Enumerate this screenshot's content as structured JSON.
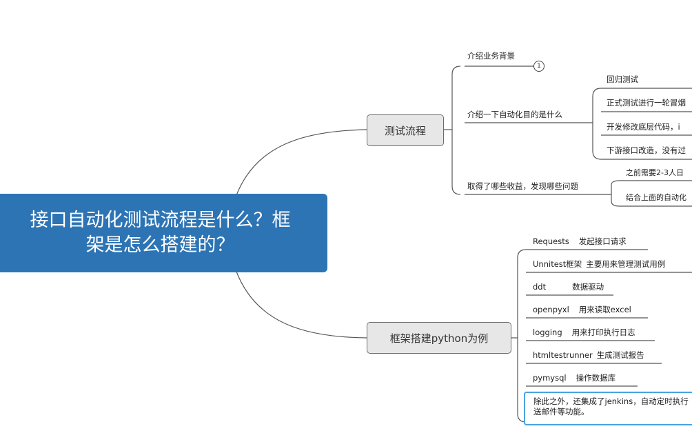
{
  "central_topic": {
    "line1": "接口自动化测试流程是什么？框",
    "line2": "架是怎么搭建的？"
  },
  "branch_testing": {
    "label": "测试流程",
    "intro_business": {
      "label": "介绍业务背景",
      "marker": "1"
    },
    "purpose": {
      "label": "介绍一下自动化目的是什么",
      "items": [
        "回归测试",
        "正式测试进行一轮冒烟",
        "开发修改底层代码，i",
        "下游接口改造，没有过"
      ]
    },
    "gains": {
      "label": "取得了哪些收益，发现哪些问题",
      "items": [
        "之前需要2-3人日",
        "结合上面的自动化"
      ]
    }
  },
  "branch_framework": {
    "label": "框架搭建python为例",
    "tools": [
      {
        "name": "Requests",
        "desc": "发起接口请求"
      },
      {
        "name": "Unnitest框架",
        "desc": "主要用来管理测试用例"
      },
      {
        "name": "ddt",
        "desc": "数据驱动"
      },
      {
        "name": "openpyxl",
        "desc": "用来读取excel"
      },
      {
        "name": "logging",
        "desc": "用来打印执行日志"
      },
      {
        "name": "htmltestrunner",
        "desc": "生成测试报告"
      },
      {
        "name": "pymysql",
        "desc": "操作数据库"
      }
    ],
    "extra": {
      "line1": "除此之外，还集成了jenkins，自动定时执行",
      "line2": "送邮件等功能。"
    }
  }
}
